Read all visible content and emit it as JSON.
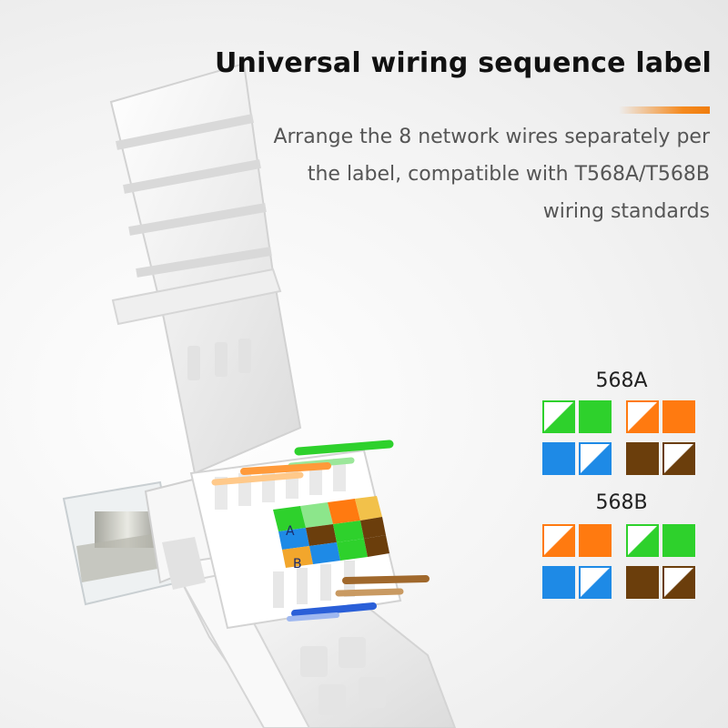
{
  "header": {
    "title": "Universal wiring sequence label",
    "accent_color": "#f07d0e"
  },
  "description": {
    "lines": [
      "Arrange the 8 network wires separately per",
      "the label, compatible with T568A/T568B",
      "wiring standards"
    ]
  },
  "connector_labels": {
    "row_a": "A",
    "row_b": "B"
  },
  "colors": {
    "green": "#2ed12c",
    "orange": "#ff7a10",
    "blue": "#1e8ae6",
    "brown": "#6b3e0c"
  },
  "standards": [
    {
      "name": "568A",
      "cells": [
        {
          "color": "green",
          "striped": true
        },
        {
          "color": "green",
          "striped": false
        },
        {
          "color": "orange",
          "striped": true
        },
        {
          "color": "orange",
          "striped": false
        },
        {
          "color": "blue",
          "striped": false
        },
        {
          "color": "blue",
          "striped": true
        },
        {
          "color": "brown",
          "striped": false
        },
        {
          "color": "brown",
          "striped": true
        }
      ]
    },
    {
      "name": "568B",
      "cells": [
        {
          "color": "orange",
          "striped": true
        },
        {
          "color": "orange",
          "striped": false
        },
        {
          "color": "green",
          "striped": true
        },
        {
          "color": "green",
          "striped": false
        },
        {
          "color": "blue",
          "striped": false
        },
        {
          "color": "blue",
          "striped": true
        },
        {
          "color": "brown",
          "striped": false
        },
        {
          "color": "brown",
          "striped": true
        }
      ]
    }
  ]
}
